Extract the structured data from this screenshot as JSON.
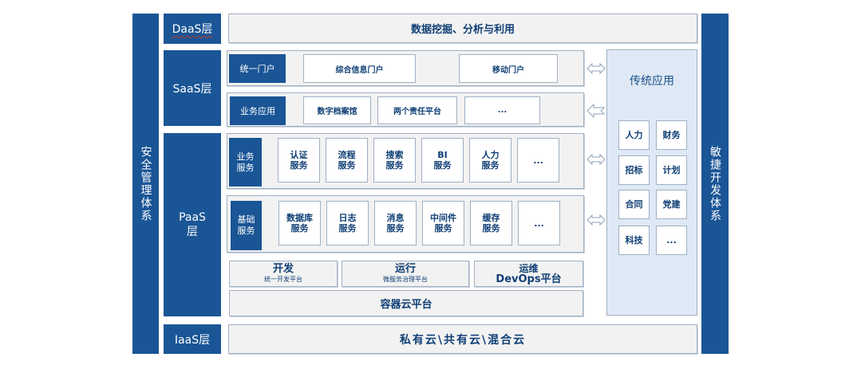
{
  "colors": {
    "primary": "#1a5596",
    "panel": "#f2f2f2",
    "trad_panel": "#dfe9f5",
    "text_dark": "#0f3f75",
    "border": "#9fb0c2"
  },
  "side_left": {
    "label": "安全管理体系"
  },
  "side_right": {
    "label": "敏捷开发体系"
  },
  "layers": {
    "daas": {
      "label": "DaaS层",
      "content": "数据挖掘、分析与利用"
    },
    "saas": {
      "label": "SaaS层",
      "rows": [
        {
          "label": "统一门户",
          "items": [
            "综合信息门户",
            "移动门户"
          ],
          "arrow": "bidirectional-arrow"
        },
        {
          "label": "业务应用",
          "items": [
            "数字档案馆",
            "两个责任平台",
            "..."
          ],
          "arrow": "left-arrow"
        }
      ]
    },
    "paas": {
      "label_line1": "PaaS",
      "label_line2": "层",
      "rows": [
        {
          "label_line1": "业务",
          "label_line2": "服务",
          "arrow": "bidirectional-arrow",
          "items": [
            [
              "认证",
              "服务"
            ],
            [
              "流程",
              "服务"
            ],
            [
              "搜索",
              "服务"
            ],
            [
              "BI",
              "服务"
            ],
            [
              "人力",
              "服务"
            ],
            [
              "...",
              ""
            ]
          ]
        },
        {
          "label_line1": "基础",
          "label_line2": "服务",
          "arrow": "bidirectional-arrow",
          "items": [
            [
              "数据库",
              "服务"
            ],
            [
              "日志",
              "服务"
            ],
            [
              "消息",
              "服务"
            ],
            [
              "中间件",
              "服务"
            ],
            [
              "缓存",
              "服务"
            ],
            [
              "...",
              ""
            ]
          ]
        }
      ],
      "platforms": [
        {
          "title": "开发",
          "subtitle": "统一开发平台"
        },
        {
          "title": "运行",
          "subtitle": "微服务治理平台"
        },
        {
          "title": "运维",
          "subtitle": "DevOps平台"
        }
      ],
      "container": "容器云平台"
    },
    "iaas": {
      "label": "IaaS层",
      "content": "私有云\\共有云\\混合云"
    }
  },
  "traditional": {
    "title": "传统应用",
    "items": [
      "人力",
      "财务",
      "招标",
      "计划",
      "合同",
      "党建",
      "科技",
      "..."
    ]
  }
}
